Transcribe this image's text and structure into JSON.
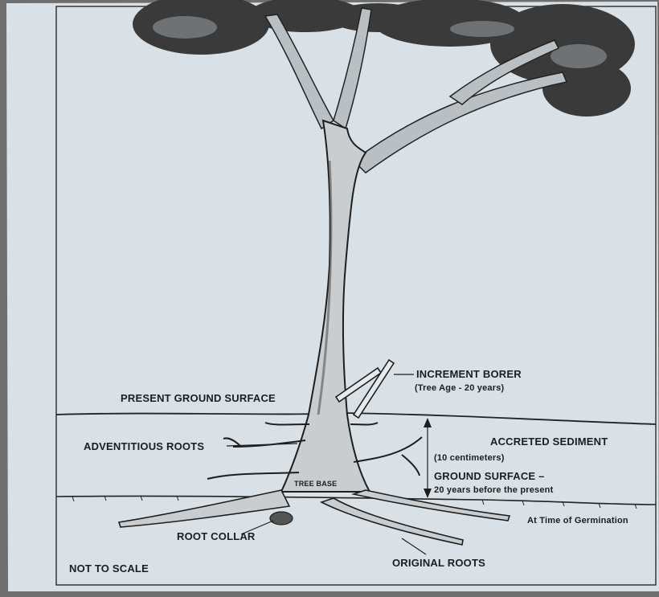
{
  "labels": {
    "increment_borer": "INCREMENT BORER",
    "tree_age": "(Tree Age - 20 years)",
    "present_ground_surface": "PRESENT GROUND SURFACE",
    "adventitious_roots": "ADVENTITIOUS ROOTS",
    "accreted_sediment": "ACCRETED SEDIMENT",
    "sediment_depth": "(10 centimeters)",
    "ground_surface_past": "GROUND SURFACE –",
    "years_before": "20 years before the present",
    "tree_base": "TREE BASE",
    "at_time_of_germination": "At Time of Germination",
    "root_collar": "ROOT COLLAR",
    "original_roots": "ORIGINAL ROOTS",
    "not_to_scale": "NOT TO SCALE"
  },
  "colors": {
    "paper": "#d9e1e6",
    "ink": "#1d1d1d",
    "foliage": "#3a3a3a",
    "background": "#6f6f6f"
  }
}
